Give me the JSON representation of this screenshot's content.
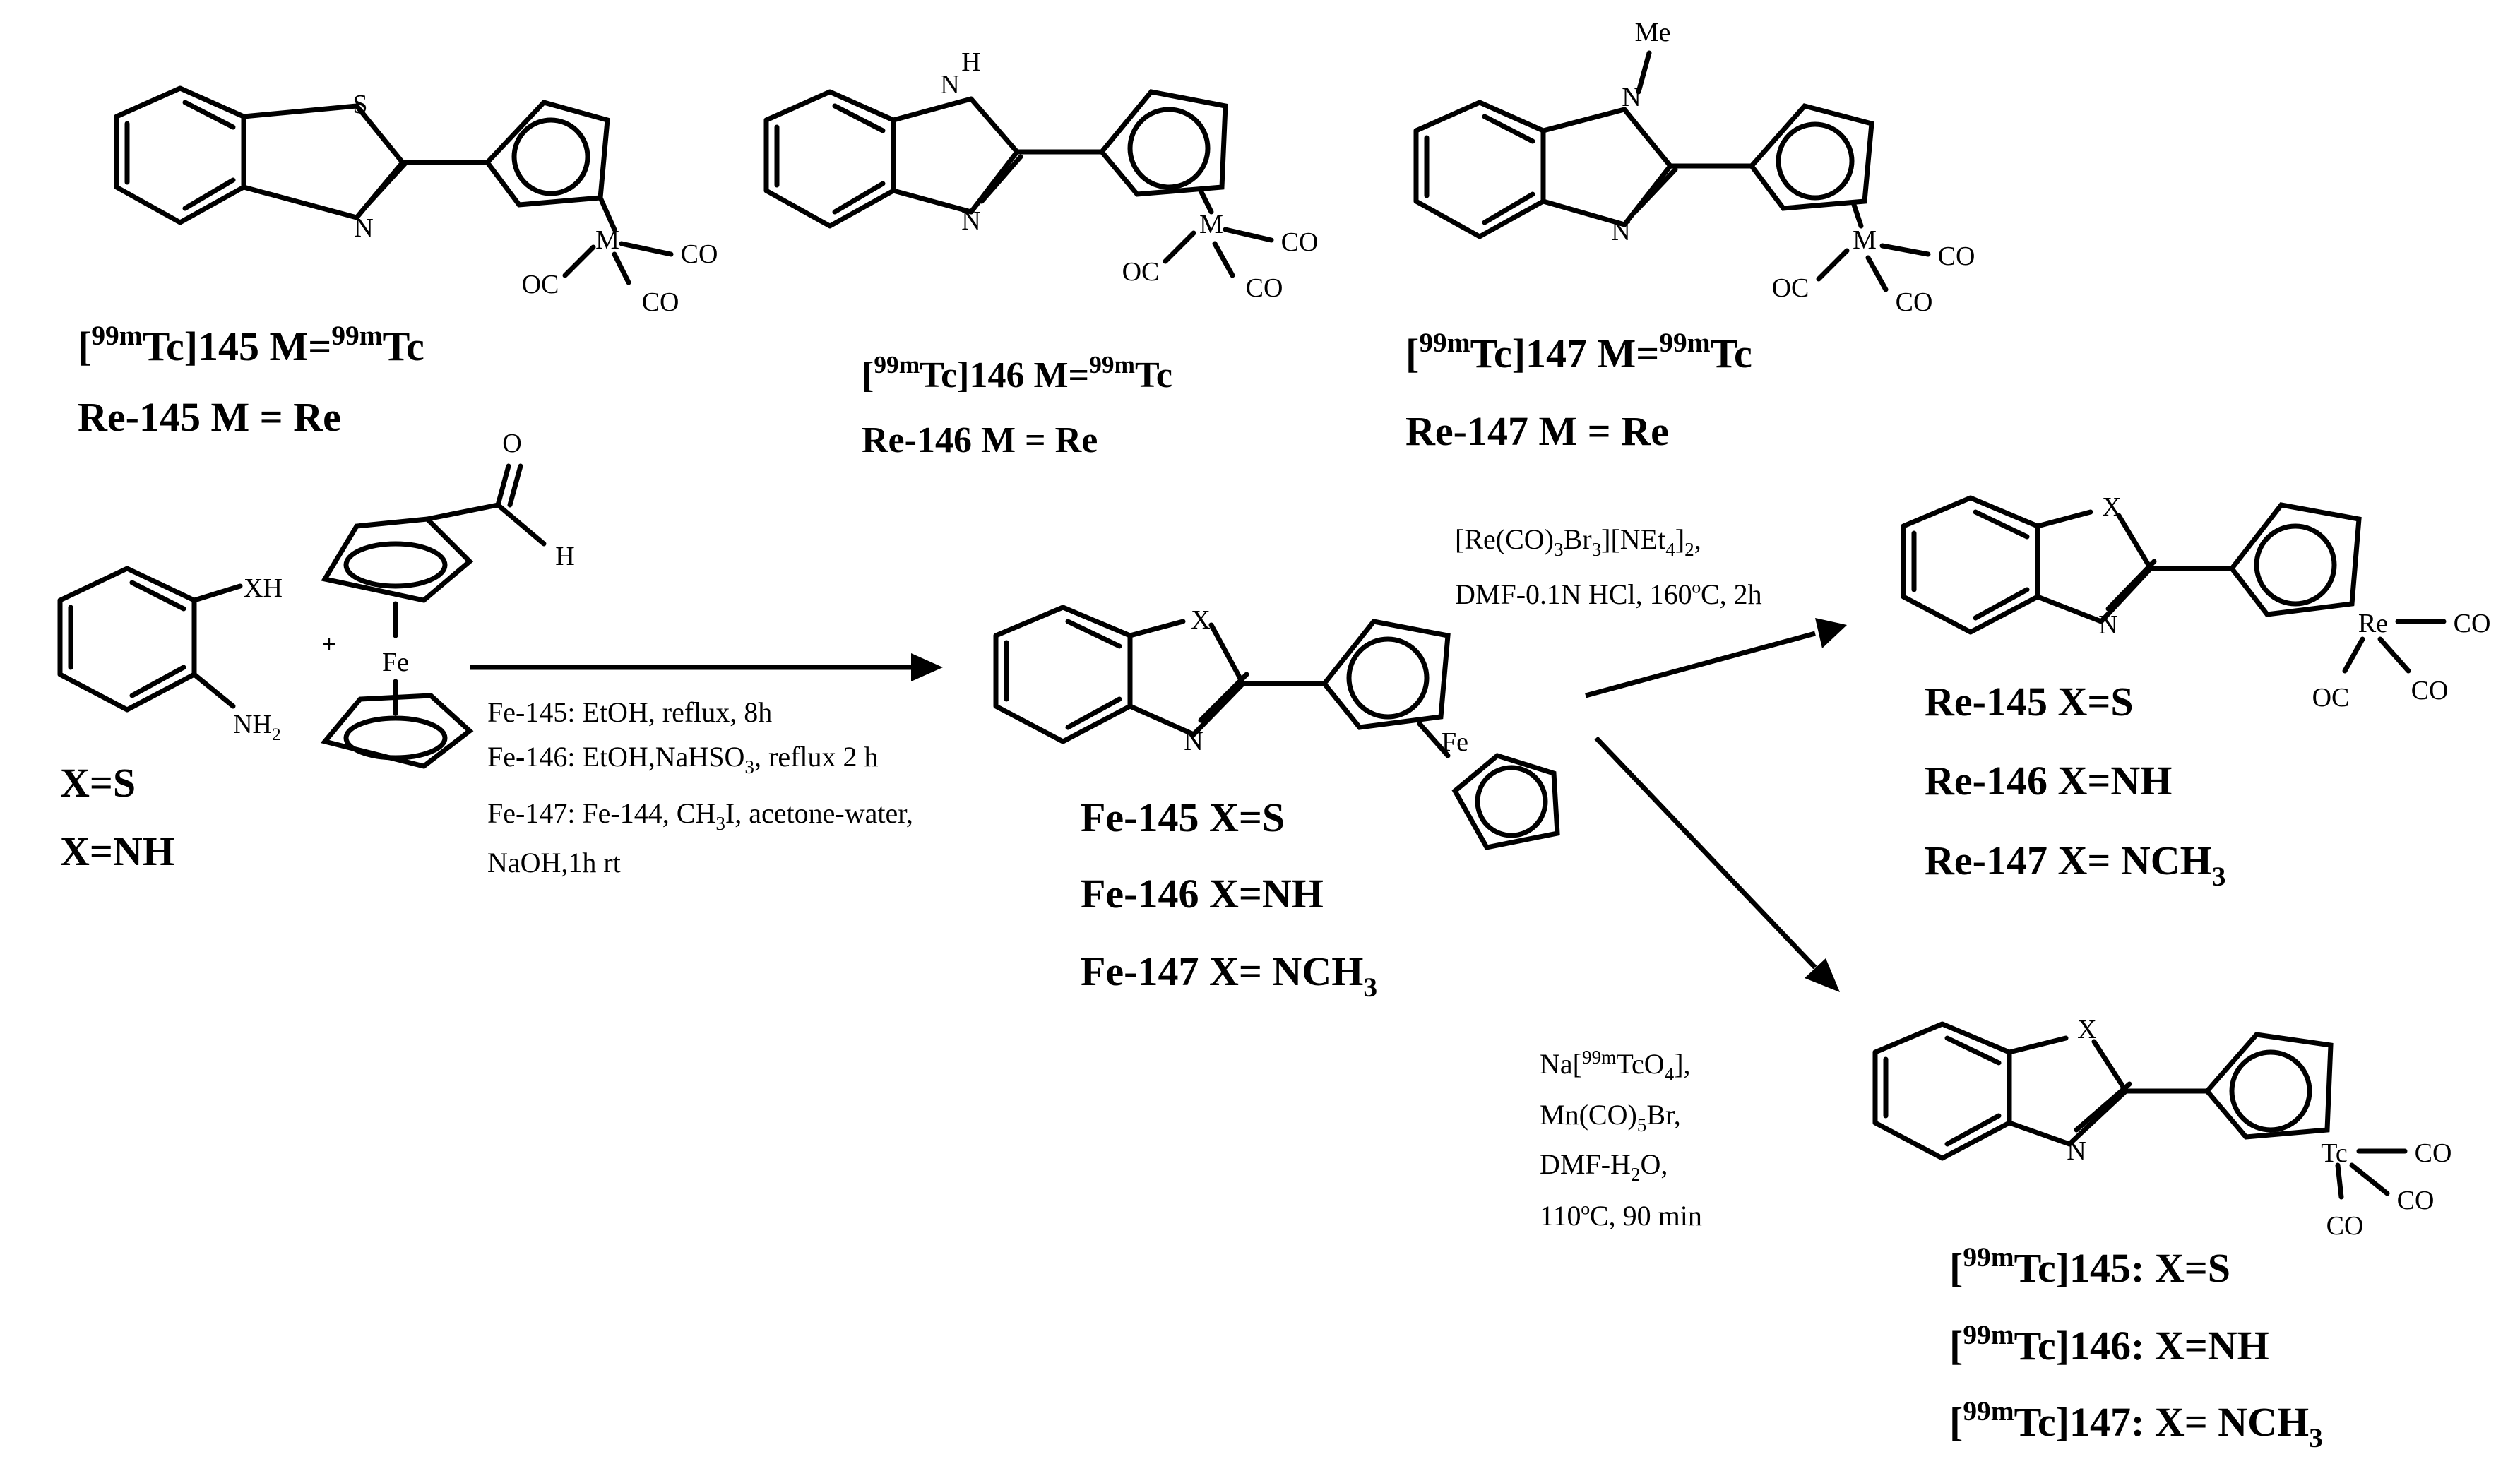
{
  "atoms": {
    "s": "S",
    "n": "N",
    "h": "H",
    "me": "Me",
    "x": "X",
    "xh": "XH",
    "nh2": "NH",
    "nh2_sub": "2",
    "m": "M",
    "co": "CO",
    "oc": "OC",
    "fe": "Fe",
    "re": "Re",
    "tc": "Tc",
    "o": "O",
    "plus": "+"
  },
  "top_labels": {
    "c145_line1": {
      "pre": "[",
      "sup": "99m",
      "mid": "Tc]145 M=",
      "sup2": "99m",
      "post": "Tc"
    },
    "c145_line2": "Re-145 M = Re",
    "c146_line1": {
      "pre": "[",
      "sup": "99m",
      "mid": "Tc]146 M=",
      "sup2": "99m",
      "post": "Tc"
    },
    "c146_line2": "Re-146 M = Re",
    "c147_line1": {
      "pre": "[",
      "sup": "99m",
      "mid": "Tc]147 M=",
      "sup2": "99m",
      "post": "Tc"
    },
    "c147_line2": "Re-147 M = Re"
  },
  "reactants": {
    "x_s": "X=S",
    "x_nh": "X=NH"
  },
  "conditions_fe": {
    "line1": "Fe-145: EtOH, reflux, 8h",
    "line2_pre": "Fe-146: EtOH,NaHSO",
    "line2_sub": "3",
    "line2_post": ", reflux 2 h",
    "line3_pre": "Fe-147: Fe-144, CH",
    "line3_sub": "3",
    "line3_post": "I, acetone-water,",
    "line4": "NaOH,1h rt"
  },
  "fe_products": {
    "l1": "Fe-145 X=S",
    "l2": "Fe-146 X=NH",
    "l3_pre": "Fe-147 X= NCH",
    "l3_sub": "3"
  },
  "conditions_re": {
    "l1_a": "[Re(CO)",
    "l1_s1": "3",
    "l1_b": "Br",
    "l1_s2": "3",
    "l1_c": "][NEt",
    "l1_s3": "4",
    "l1_d": "]",
    "l1_s4": "2",
    "l1_e": ",",
    "l2": "DMF-0.1N HCl, 160ºC, 2h"
  },
  "re_products": {
    "l1": "Re-145 X=S",
    "l2": "Re-146 X=NH",
    "l3_pre": "Re-147 X= NCH",
    "l3_sub": "3"
  },
  "conditions_tc": {
    "l1_a": "Na[",
    "l1_sup": "99m",
    "l1_b": "TcO",
    "l1_sub": "4",
    "l1_c": "],",
    "l2_a": "Mn(CO)",
    "l2_sub": "5",
    "l2_b": "Br,",
    "l3_a": "DMF-H",
    "l3_sub": "2",
    "l3_b": "O,",
    "l4": "110ºC, 90 min"
  },
  "tc_products": {
    "l1": {
      "pre": "[",
      "sup": "99m",
      "post": "Tc]145: X=S"
    },
    "l2": {
      "pre": "[",
      "sup": "99m",
      "post": "Tc]146: X=NH"
    },
    "l3": {
      "pre": "[",
      "sup": "99m",
      "post": "Tc]147: X= NCH",
      "sub": "3"
    }
  }
}
